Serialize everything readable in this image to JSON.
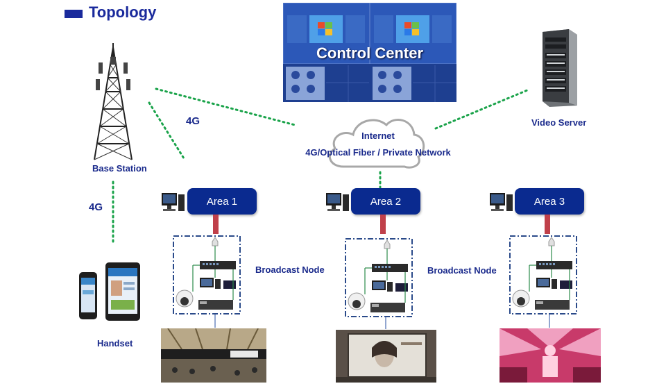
{
  "header": {
    "title": "Topology"
  },
  "control_center": {
    "label": "Control Center"
  },
  "cloud": {
    "line1": "Internet",
    "line2": "4G/Optical Fiber / Private Network"
  },
  "base_station": {
    "label": "Base Station"
  },
  "video_server": {
    "label": "Video Server"
  },
  "handset": {
    "label": "Handset"
  },
  "links": {
    "tower_to_cloud": "4G",
    "tower_to_handset": "4G"
  },
  "areas": [
    {
      "label": "Area 1"
    },
    {
      "label": "Area 2"
    },
    {
      "label": "Area 3"
    }
  ],
  "broadcast_nodes": [
    {
      "label": "Broadcast Node"
    },
    {
      "label": "Broadcast Node"
    }
  ],
  "colors": {
    "accent": "#1a2a9c",
    "area_button": "#0a2a8f",
    "link_red": "#c0404a",
    "dotted_green": "#1aa34a"
  }
}
